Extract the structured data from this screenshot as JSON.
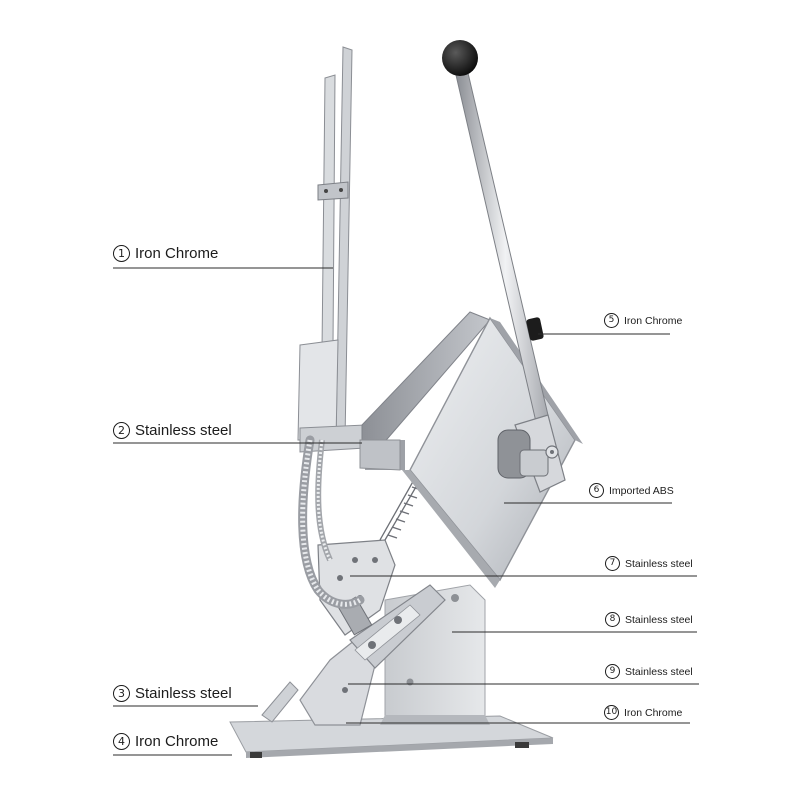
{
  "callouts": [
    {
      "num": "1",
      "text": "Iron Chrome"
    },
    {
      "num": "2",
      "text": "Stainless steel"
    },
    {
      "num": "3",
      "text": "Stainless steel"
    },
    {
      "num": "4",
      "text": "Iron Chrome"
    },
    {
      "num": "5",
      "text": "Iron Chrome"
    },
    {
      "num": "6",
      "text": "Imported ABS"
    },
    {
      "num": "7",
      "text": "Stainless steel"
    },
    {
      "num": "8",
      "text": "Stainless steel"
    },
    {
      "num": "9",
      "text": "Stainless steel"
    },
    {
      "num": "10",
      "text": "Iron Chrome"
    }
  ],
  "colors": {
    "steel_light": "#e2e4e7",
    "steel_mid": "#b9bcc1",
    "steel_dark": "#7d8086",
    "knob": "#141414"
  }
}
